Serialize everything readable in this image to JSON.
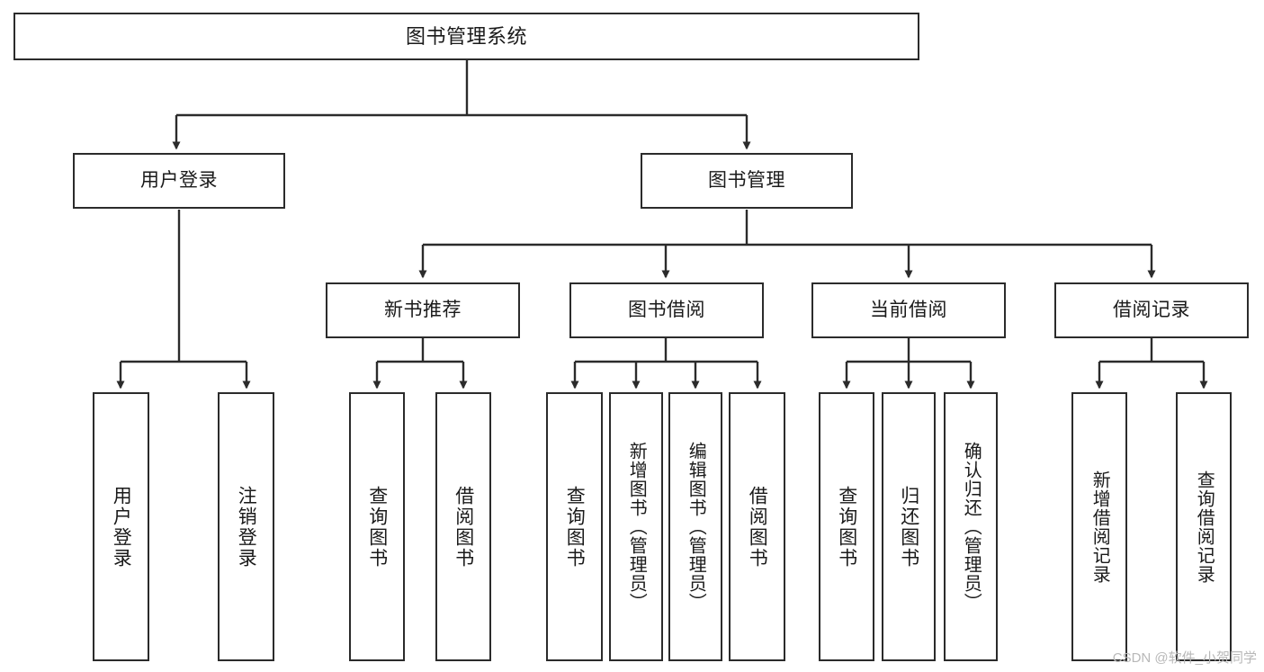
{
  "diagram": {
    "title": "图书管理系统",
    "type": "tree-hierarchy",
    "watermark": "CSDN @软件_小贺同学",
    "colors": {
      "box_border": "#2b2b2b",
      "box_fill": "#ffffff",
      "edge": "#2b2b2b",
      "text": "#1a1a1a",
      "watermark": "#b8b8b8"
    },
    "root": {
      "label": "图书管理系统"
    },
    "level2": [
      {
        "label": "用户登录"
      },
      {
        "label": "图书管理"
      }
    ],
    "level3": [
      {
        "label": "新书推荐"
      },
      {
        "label": "图书借阅"
      },
      {
        "label": "当前借阅"
      },
      {
        "label": "借阅记录"
      }
    ],
    "leaves": {
      "user_login": [
        {
          "label": "用户登录"
        },
        {
          "label": "注销登录"
        }
      ],
      "new_book_recommend": [
        {
          "label": "查询图书"
        },
        {
          "label": "借阅图书"
        }
      ],
      "book_borrow": [
        {
          "label": "查询图书"
        },
        {
          "label": "新增图书（管理员）"
        },
        {
          "label": "编辑图书（管理员）"
        },
        {
          "label": "借阅图书"
        }
      ],
      "current_borrow": [
        {
          "label": "查询图书"
        },
        {
          "label": "归还图书"
        },
        {
          "label": "确认归还（管理员）"
        }
      ],
      "borrow_records": [
        {
          "label": "新增借阅记录"
        },
        {
          "label": "查询借阅记录"
        }
      ]
    }
  }
}
